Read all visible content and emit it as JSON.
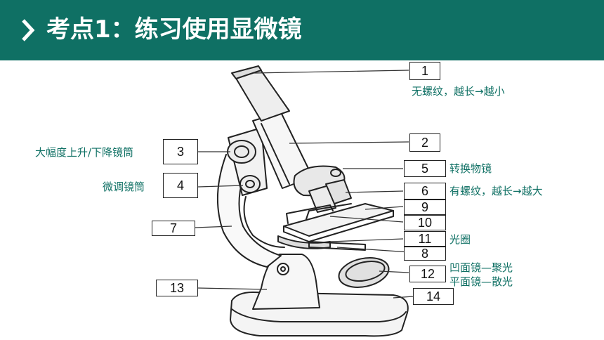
{
  "header": {
    "title": "考点1：练习使用显微镜",
    "accent": "#0f7064"
  },
  "parts": [
    {
      "id": "1",
      "label": "1"
    },
    {
      "id": "2",
      "label": "2"
    },
    {
      "id": "3",
      "label": "3"
    },
    {
      "id": "4",
      "label": "4"
    },
    {
      "id": "5",
      "label": "5"
    },
    {
      "id": "6",
      "label": "6"
    },
    {
      "id": "7",
      "label": "7"
    },
    {
      "id": "8",
      "label": "8"
    },
    {
      "id": "9",
      "label": "9"
    },
    {
      "id": "10",
      "label": "10"
    },
    {
      "id": "11",
      "label": "11"
    },
    {
      "id": "12",
      "label": "12"
    },
    {
      "id": "13",
      "label": "13"
    },
    {
      "id": "14",
      "label": "14"
    }
  ],
  "notes": {
    "n1": "无螺纹，越长→越小",
    "n3": "大幅度上升/下降镜筒",
    "n4": "微调镜筒",
    "n5": "转换物镜",
    "n6": "有螺纹，越长→越大",
    "n11": "光圈",
    "n12a": "凹面镜—聚光",
    "n12b": "平面镜—散光"
  },
  "colors": {
    "note": "#0f7064",
    "line": "#222222"
  }
}
